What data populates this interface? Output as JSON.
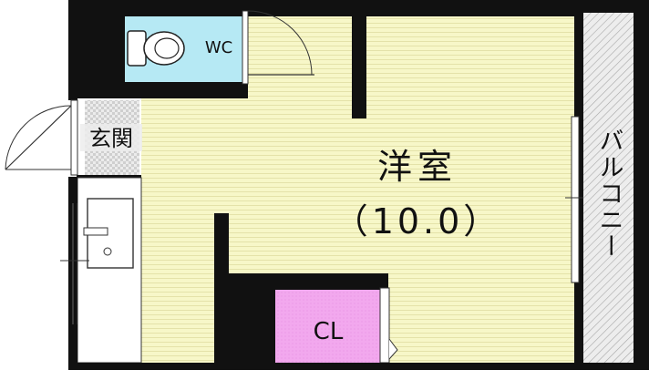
{
  "rooms": {
    "main": {
      "name": "洋室",
      "size": "（10.0）"
    },
    "wc": {
      "name": "WC"
    },
    "entrance": {
      "name": "玄関"
    },
    "closet": {
      "name": "CL"
    },
    "balcony": {
      "name": "バルコニー"
    }
  },
  "colors": {
    "wall": "#111111",
    "main_floor": "#f7f7c8",
    "main_lines": "#e4e2a9",
    "wc_floor": "#b6e9f4",
    "closet_floor": "#f2a8ee",
    "balcony_floor": "#e9e9e9",
    "entrance_tile": "#cfcfcf"
  }
}
